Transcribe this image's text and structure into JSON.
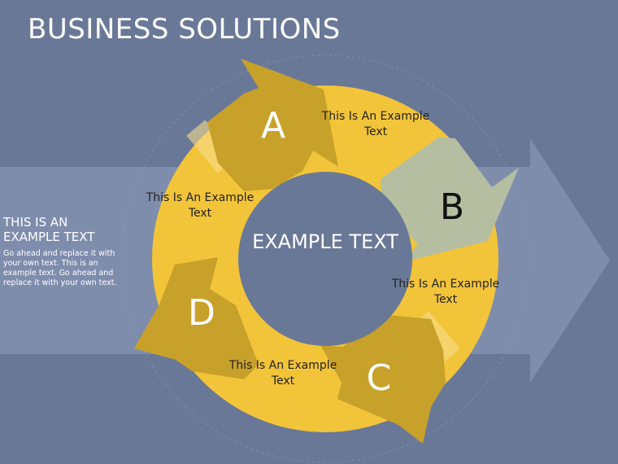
{
  "title": "BUSINESS SOLUTIONS",
  "side_panel": {
    "heading": "THIS IS AN EXAMPLE TEXT",
    "body": "Go ahead and replace it with your own text. This is an example text. Go ahead and replace it with your own text."
  },
  "center": {
    "text": "EXAMPLE TEXT"
  },
  "segments": [
    {
      "text": "This Is An Example Text"
    },
    {
      "text": "This Is An Example Text"
    },
    {
      "text": "This Is An Example Text"
    },
    {
      "text": "This Is An Example Text"
    }
  ],
  "arrows": [
    {
      "letter": "A"
    },
    {
      "letter": "B"
    },
    {
      "letter": "C"
    },
    {
      "letter": "D"
    }
  ],
  "colors": {
    "background": "#6a7898",
    "band": "#8391b0",
    "ring": "#f2c43a",
    "arrow_gold": "#c7a12a",
    "arrow_b": "#b5bea0",
    "center": "#6a7898"
  }
}
